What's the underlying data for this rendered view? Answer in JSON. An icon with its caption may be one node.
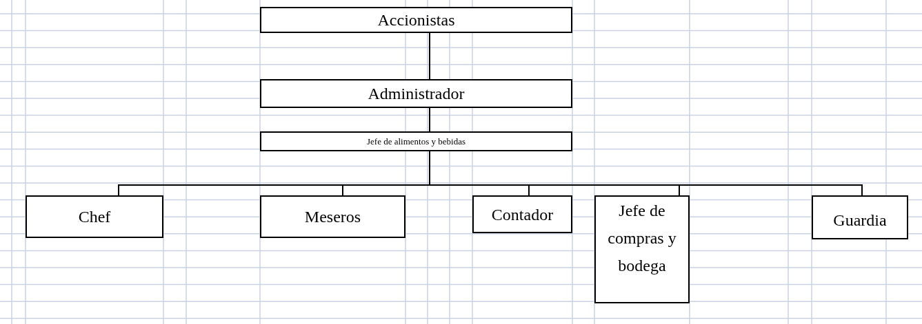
{
  "diagram": {
    "nodes": [
      {
        "text": [
          "Accionistas"
        ]
      },
      {
        "text": [
          "Administrador"
        ]
      },
      {
        "text": [
          "Jefe de alimentos y bebidas"
        ]
      },
      {
        "text": [
          "Chef"
        ]
      },
      {
        "text": [
          "Meseros"
        ]
      },
      {
        "text": [
          "Contador"
        ]
      },
      {
        "text": [
          "Jefe de compras y bodega"
        ]
      },
      {
        "text": [
          "Guardia"
        ]
      }
    ],
    "edges": [
      {
        "from": 0,
        "to": 1,
        "arrow": "none"
      },
      {
        "from": 1,
        "to": 2,
        "arrow": "none"
      },
      {
        "from": 2,
        "to": 3,
        "arrow": "none"
      },
      {
        "from": 2,
        "to": 4,
        "arrow": "none"
      },
      {
        "from": 2,
        "to": 5,
        "arrow": "none"
      },
      {
        "from": 2,
        "to": 6,
        "arrow": "none"
      },
      {
        "from": 2,
        "to": 7,
        "arrow": "none"
      }
    ]
  }
}
